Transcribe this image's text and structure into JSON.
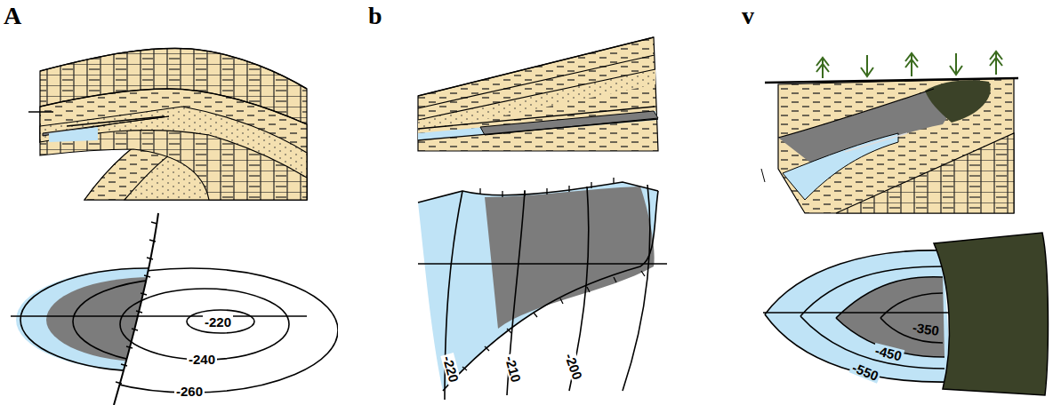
{
  "diagram": {
    "labels": [
      "A",
      "b",
      "v",
      "-220",
      "-240",
      "-260",
      "-220",
      "-210",
      "-200",
      "-350",
      "-450",
      "-550"
    ]
  }
}
